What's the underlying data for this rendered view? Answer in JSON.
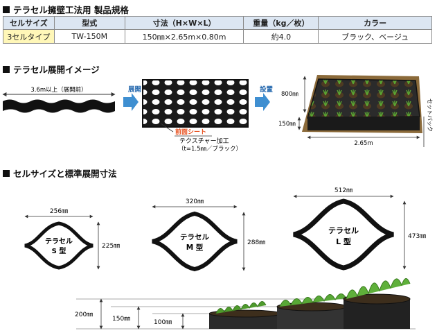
{
  "sections": {
    "spec": "テラセル擁壁工法用 製品規格",
    "expansion": "テラセル展開イメージ",
    "cell_size": "セルサイズと標準展開寸法"
  },
  "table": {
    "headers": [
      "セルサイズ",
      "型式",
      "寸法（H×W×L）",
      "重量（kg／枚）",
      "カラー"
    ],
    "row": [
      "3セルタイプ",
      "TW-150M",
      "150㎜×2.65m×0.80m",
      "約4.0",
      "ブラック、ベージュ"
    ]
  },
  "expansion": {
    "folded_length": "3.6m以上（展開前）",
    "arrow1": "展開",
    "arrow2": "設置",
    "front_sheet": "前面シート",
    "texture1": "テクスチャー加工",
    "texture2": "（t=1.5㎜／ブラック）",
    "depth": "800㎜",
    "height": "150㎜",
    "width": "2.65m",
    "setback": "セットバック"
  },
  "cells": {
    "s": {
      "width": "256㎜",
      "height": "225㎜",
      "name1": "テラセル",
      "name2": "S 型"
    },
    "m": {
      "width": "320㎜",
      "height": "288㎜",
      "name1": "テラセル",
      "name2": "M 型"
    },
    "l": {
      "width": "512㎜",
      "height": "473㎜",
      "name1": "テラセル",
      "name2": "L 型"
    }
  },
  "heights": {
    "h200": "200㎜",
    "h150": "150㎜",
    "h100": "100㎜"
  },
  "colors": {
    "header_bg": "#dce6f2",
    "first_cell_bg": "#fff7b8",
    "arrow_blue": "#3f8fd1",
    "front_sheet_red": "#e8501e",
    "soil": "#8b6a3a"
  }
}
